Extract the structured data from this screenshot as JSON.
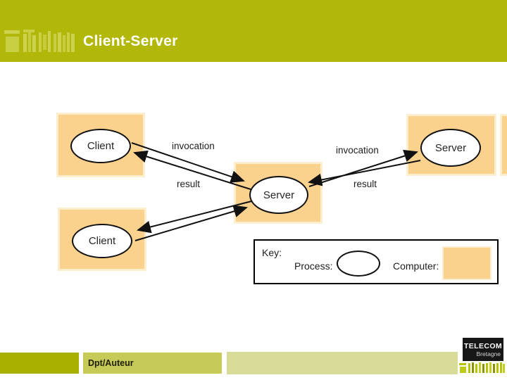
{
  "header": {
    "title": "Client-Server"
  },
  "diagram": {
    "nodes": [
      {
        "id": "client-top",
        "label": "Client"
      },
      {
        "id": "client-bottom",
        "label": "Client"
      },
      {
        "id": "server-center",
        "label": "Server"
      },
      {
        "id": "server-right",
        "label": "Server"
      }
    ],
    "edges": [
      {
        "from": "client-top",
        "to": "server-center",
        "label": "invocation"
      },
      {
        "from": "server-center",
        "to": "client-top",
        "label": "result"
      },
      {
        "from": "client-bottom",
        "to": "server-center",
        "label": ""
      },
      {
        "from": "server-center",
        "to": "client-bottom",
        "label": ""
      },
      {
        "from": "server-center",
        "to": "server-right",
        "label": "invocation"
      },
      {
        "from": "server-right",
        "to": "server-center",
        "label": "result"
      }
    ],
    "edge_labels": {
      "left_invocation": "invocation",
      "left_result": "result",
      "right_invocation": "invocation",
      "right_result": "result"
    }
  },
  "key": {
    "title": "Key:",
    "process_label": "Process:",
    "computer_label": "Computer:"
  },
  "footer": {
    "dept": "Dpt/Auteur"
  },
  "brand": {
    "name": "TELECOM",
    "region": "Bretagne"
  },
  "colors": {
    "olive": "#b2b80a",
    "olive-glyph": "#ccd24d",
    "orange": "#fad28d",
    "orange-light": "#fdeecd",
    "footer1": "#a9b000",
    "footer2": "#c6cb57",
    "footer3": "#d9dc99",
    "glyph-yellow": "#b9c400"
  }
}
